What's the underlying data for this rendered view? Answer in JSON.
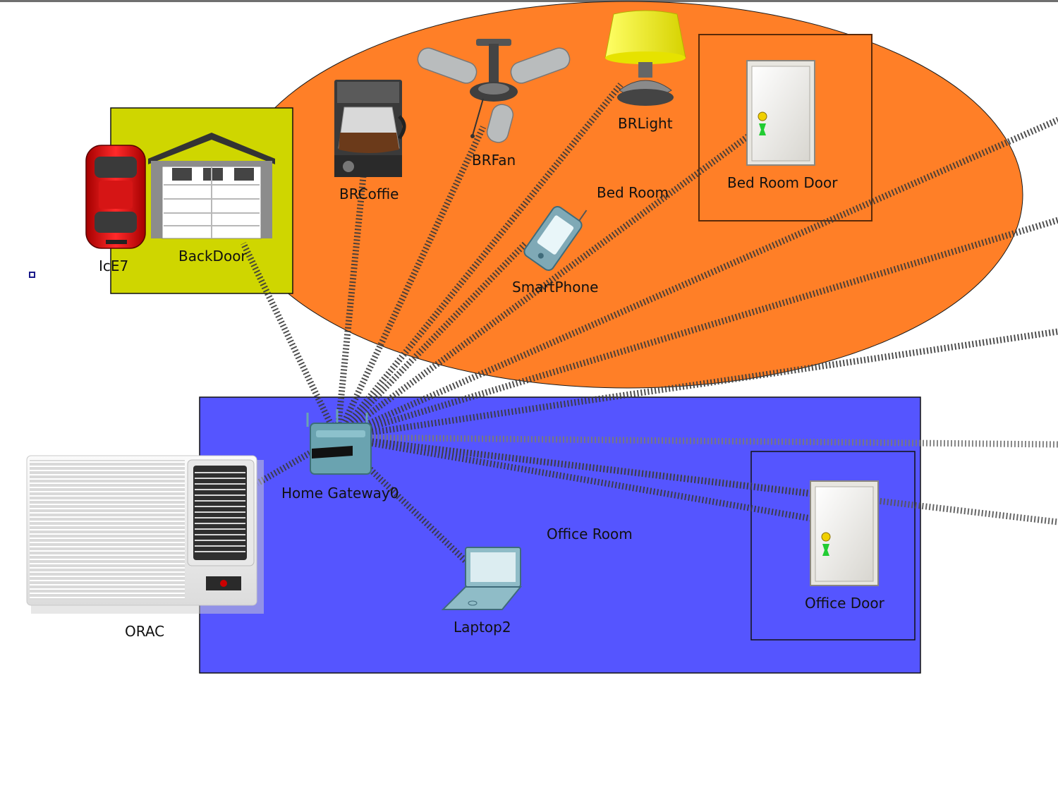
{
  "colors": {
    "bedroom_zone": "#FF7F27",
    "garage_zone": "#CFD600",
    "office_zone": "#5555FF",
    "wireless_link": "#3a3a3a",
    "canvas": "#FFFFFF"
  },
  "zones": {
    "bedroom": "Bed Room",
    "office": "Office Room"
  },
  "devices": {
    "car": "IcE7",
    "backdoor": "BackDoor",
    "coffee": "BRCoffie",
    "fan": "BRFan",
    "light": "BRLight",
    "bedroom_door": "Bed Room Door",
    "smartphone": "SmartPhone",
    "gateway": "Home Gateway0",
    "ac": "ORAC",
    "laptop": "Laptop2",
    "office_door": "Office Door"
  },
  "icons": {
    "car": "car-icon",
    "garage": "garage-door-icon",
    "coffee": "coffee-maker-icon",
    "fan": "ceiling-fan-icon",
    "lamp": "lamp-icon",
    "door": "door-icon",
    "phone": "smartphone-icon",
    "gateway": "home-gateway-icon",
    "ac": "air-conditioner-icon",
    "laptop": "laptop-icon"
  }
}
